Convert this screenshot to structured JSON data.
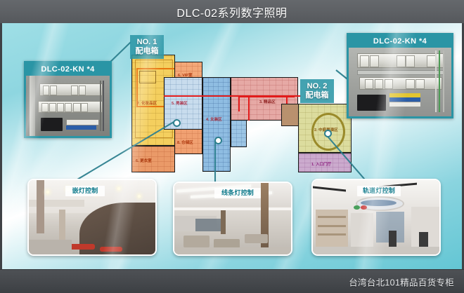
{
  "header": {
    "title": "DLC-02系列数字照明"
  },
  "footer": {
    "caption": "台湾台北101精品百货专柜"
  },
  "theme": {
    "title_bar": "#5d6064",
    "accent_teal": "#2a95a5",
    "background_cyan": "#8ed6e0",
    "wire_color": "#2d7f8e",
    "red_trunk": "#e21b1b"
  },
  "photos": {
    "top_left": {
      "name": "left-panel-photo",
      "caption": "DLC-02-KN *4",
      "subject": "electrical-distribution-cabinet"
    },
    "top_right": {
      "name": "right-panel-photo",
      "caption": "DLC-02-KN *4",
      "subject": "electrical-distribution-cabinet"
    },
    "bottom_left": {
      "name": "downlight-photo",
      "caption": "嵌灯控制",
      "subject": "mall-corridor-interior"
    },
    "bottom_center": {
      "name": "linear-light-photo",
      "caption": "线条灯控制",
      "subject": "department-store-floor"
    },
    "bottom_right": {
      "name": "track-light-photo",
      "caption": "轨道灯控制",
      "subject": "boutique-atrium-interior"
    }
  },
  "plan_labels": {
    "box_1": {
      "line1": "NO. 1",
      "line2": "配电箱"
    },
    "box_2": {
      "line1": "NO. 2",
      "line2": "配电箱"
    }
  },
  "plan_zones": [
    {
      "id": "zone-yellow",
      "label": "7. 化妆品区",
      "color": "#f2c94c"
    },
    {
      "id": "zone-orange-vip",
      "label": "6. VIP室",
      "color": "#f0a06a"
    },
    {
      "id": "zone-orange-fit",
      "label": "6. 更衣室",
      "color": "#ef9a62"
    },
    {
      "id": "zone-orange-low",
      "label": "8. 仓储区",
      "color": "#e89b6a"
    },
    {
      "id": "zone-lightblue",
      "label": "5. 男装区",
      "color": "#bcd7e8"
    },
    {
      "id": "zone-blue",
      "label": "4. 女装区",
      "color": "#86b6dd"
    },
    {
      "id": "zone-pink",
      "label": "3. 精品区",
      "color": "#e4a8a4"
    },
    {
      "id": "zone-olive",
      "label": "2. 中庭展演区",
      "color": "#d8d79a"
    },
    {
      "id": "zone-purple",
      "label": "1. 入口门厅",
      "color": "#c9a6cc"
    }
  ],
  "connectors": [
    {
      "from": "top_left_photo",
      "to": "zone-yellow"
    },
    {
      "from": "top_right_photo",
      "to": "zone-olive"
    },
    {
      "from": "bottom_left_photo",
      "to": "zone-lightblue"
    },
    {
      "from": "bottom_center_photo",
      "to": "zone-blue"
    },
    {
      "from": "bottom_right_photo",
      "to": "zone-olive"
    }
  ]
}
